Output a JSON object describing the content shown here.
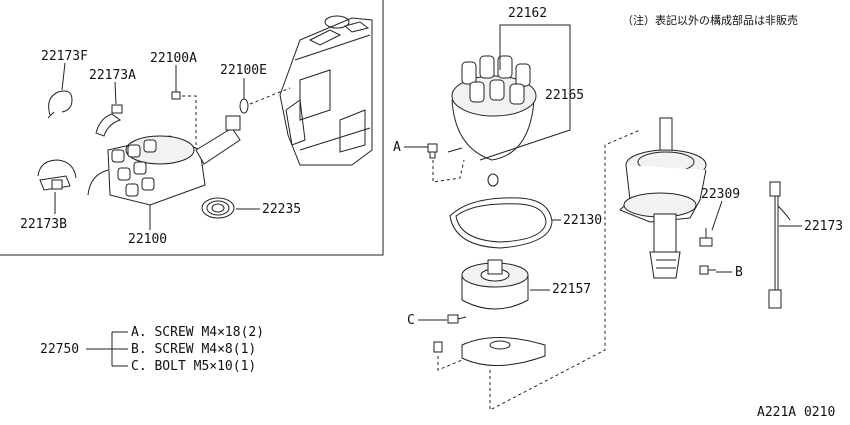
{
  "note": "（注）表記以外の構成部品は非販売",
  "drawing_code": "A221A 0210",
  "parts": {
    "p22173F": "22173F",
    "p22173A": "22173A",
    "p22100A": "22100A",
    "p22100E": "22100E",
    "p22173B": "22173B",
    "p22100": "22100",
    "p22235": "22235",
    "p22162": "22162",
    "p22165": "22165",
    "p22130": "22130",
    "p22157": "22157",
    "p22309": "22309",
    "p22173": "22173"
  },
  "callouts": {
    "a": "A",
    "b": "B",
    "c": "C"
  },
  "kit": {
    "number": "22750",
    "items": [
      "A. SCREW M4×18(2)",
      "B. SCREW M4×8(1)",
      "C. BOLT M5×10(1)"
    ]
  }
}
